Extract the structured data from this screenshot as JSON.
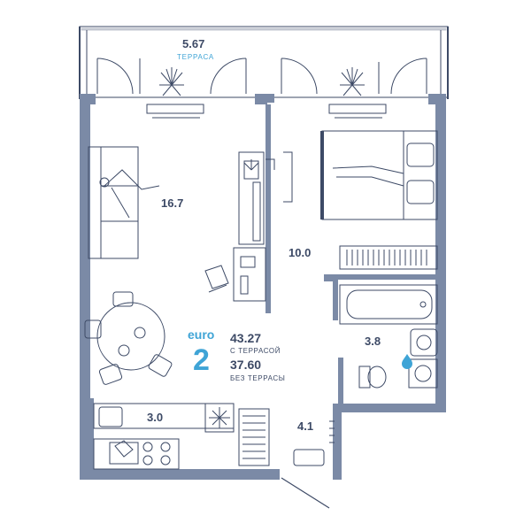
{
  "terrace": {
    "area": "5.67",
    "label": "ТЕРРАСА"
  },
  "rooms": {
    "living": "16.7",
    "bedroom": "10.0",
    "bathroom": "3.8",
    "kitchen": "3.0",
    "hall": "4.1"
  },
  "badge": {
    "euro": "euro",
    "count": "2",
    "total_with_terrace": "43.27",
    "with_terrace_label": "С ТЕРРАСОЙ",
    "total_without_terrace": "37.60",
    "without_terrace_label": "БЕЗ ТЕРРАСЫ"
  },
  "icons": [
    "plant-icon",
    "snowflake-icon",
    "water-drop-icon",
    "sofa-icon",
    "bed-icon",
    "bathtub-icon",
    "toilet-icon",
    "stove-icon",
    "sink-icon",
    "radiator-icon"
  ],
  "colors": {
    "wall": "#7b8aa6",
    "line": "#3d4a66",
    "accent": "#3fa4d6",
    "fill": "#f3f5f9"
  }
}
